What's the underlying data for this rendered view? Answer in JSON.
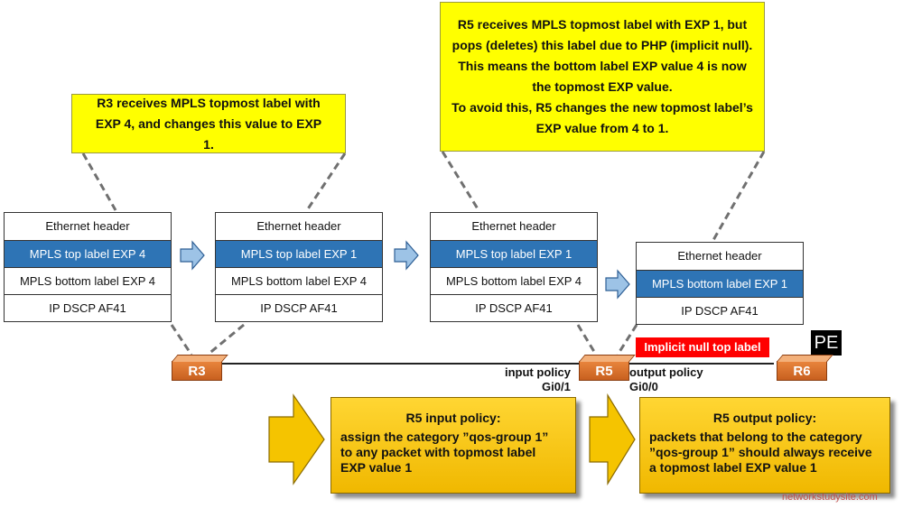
{
  "callouts": {
    "r3": "R3 receives MPLS topmost label with EXP 4, and changes this value to EXP 1.",
    "r5": [
      "R5 receives MPLS topmost label with EXP 1, but",
      "pops (deletes) this label due to PHP (implicit null).",
      "This means the bottom label EXP value 4 is now",
      "the topmost EXP value.",
      "To avoid this, R5 changes the new topmost label’s",
      "EXP value from 4 to 1."
    ]
  },
  "stacks": [
    [
      "Ethernet header",
      "MPLS top label EXP 4",
      "MPLS bottom label EXP 4",
      "IP DSCP AF41"
    ],
    [
      "Ethernet header",
      "MPLS top label EXP 1",
      "MPLS bottom label EXP 4",
      "IP DSCP AF41"
    ],
    [
      "Ethernet header",
      "MPLS top label EXP 1",
      "MPLS bottom label EXP 4",
      "IP DSCP AF41"
    ],
    [
      "Ethernet header",
      "MPLS bottom label EXP 1",
      "IP DSCP AF41"
    ]
  ],
  "routers": {
    "r3": "R3",
    "r5": "R5",
    "r6": "R6"
  },
  "pe_badge": "PE",
  "implicit_null": "Implicit null top label",
  "interfaces": {
    "input_policy": "input policy",
    "gi0_1": "Gi0/1",
    "output_policy": "output policy",
    "gi0_0": "Gi0/0"
  },
  "policies": {
    "input": {
      "title": "R5 input policy:",
      "body": "assign the category ”qos-group 1”\nto any packet with topmost label\nEXP value 1"
    },
    "output": {
      "title": "R5 output policy:",
      "body": "packets that belong to the category\n”qos-group 1” should always receive\na topmost label EXP value  1"
    }
  },
  "watermark": "networkstudysite.com",
  "colors": {
    "callout": "#ffff00",
    "label_blue": "#2e74b5",
    "router": "#d9702a",
    "policy": "#f5c400",
    "implicit_red": "#ff0000"
  }
}
